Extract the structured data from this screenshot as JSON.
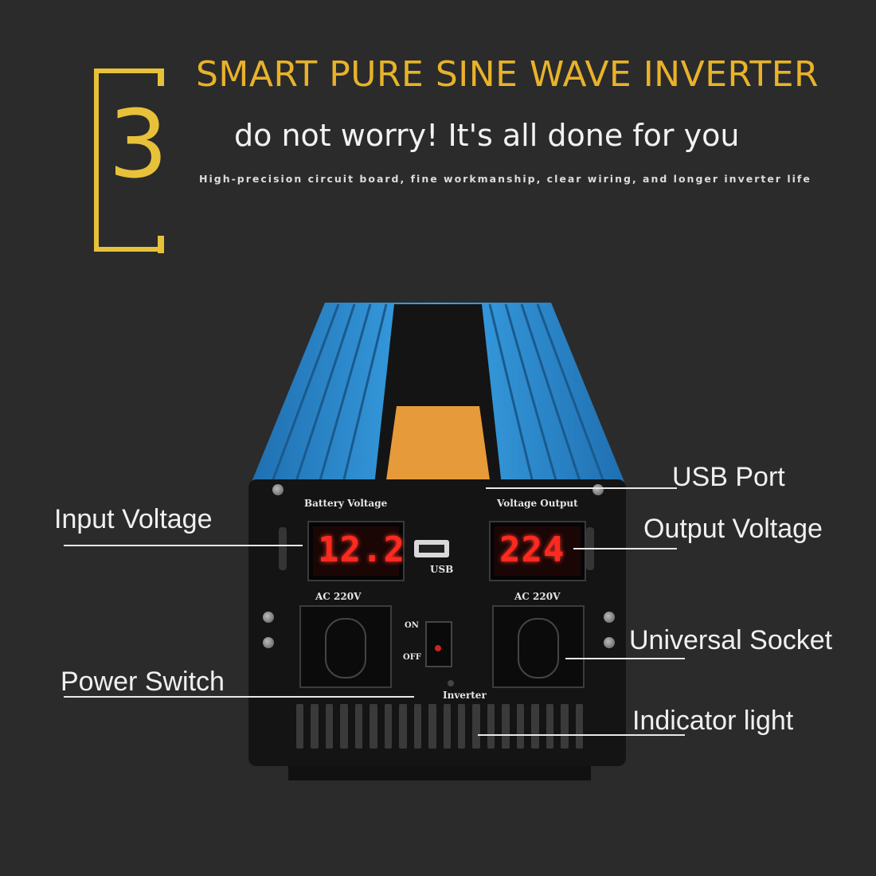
{
  "step_number": "3",
  "headline": "SMART PURE SINE WAVE INVERTER",
  "subheadline": "do not worry! It's all done for you",
  "fineprint": "High-precision circuit board, fine workmanship, clear wiring, and longer inverter life",
  "callouts": {
    "input_voltage": "Input Voltage",
    "usb_port": "USB Port",
    "output_voltage": "Output Voltage",
    "universal_socket": "Universal Socket",
    "power_switch": "Power Switch",
    "indicator_light": "Indicator light"
  },
  "panel": {
    "battery_voltage_caption": "Battery Voltage",
    "voltage_output_caption": "Voltage Output",
    "battery_display": "12.2",
    "output_display": "224",
    "usb_caption": "USB",
    "left_socket_caption": "AC 220V",
    "right_socket_caption": "AC 220V",
    "switch_on": "ON",
    "switch_off": "OFF",
    "inverter_caption": "Inverter"
  },
  "colors": {
    "accent_yellow": "#e8c13a",
    "heatsink_blue": "#2a8fd6",
    "display_red": "#ff2a1f"
  }
}
